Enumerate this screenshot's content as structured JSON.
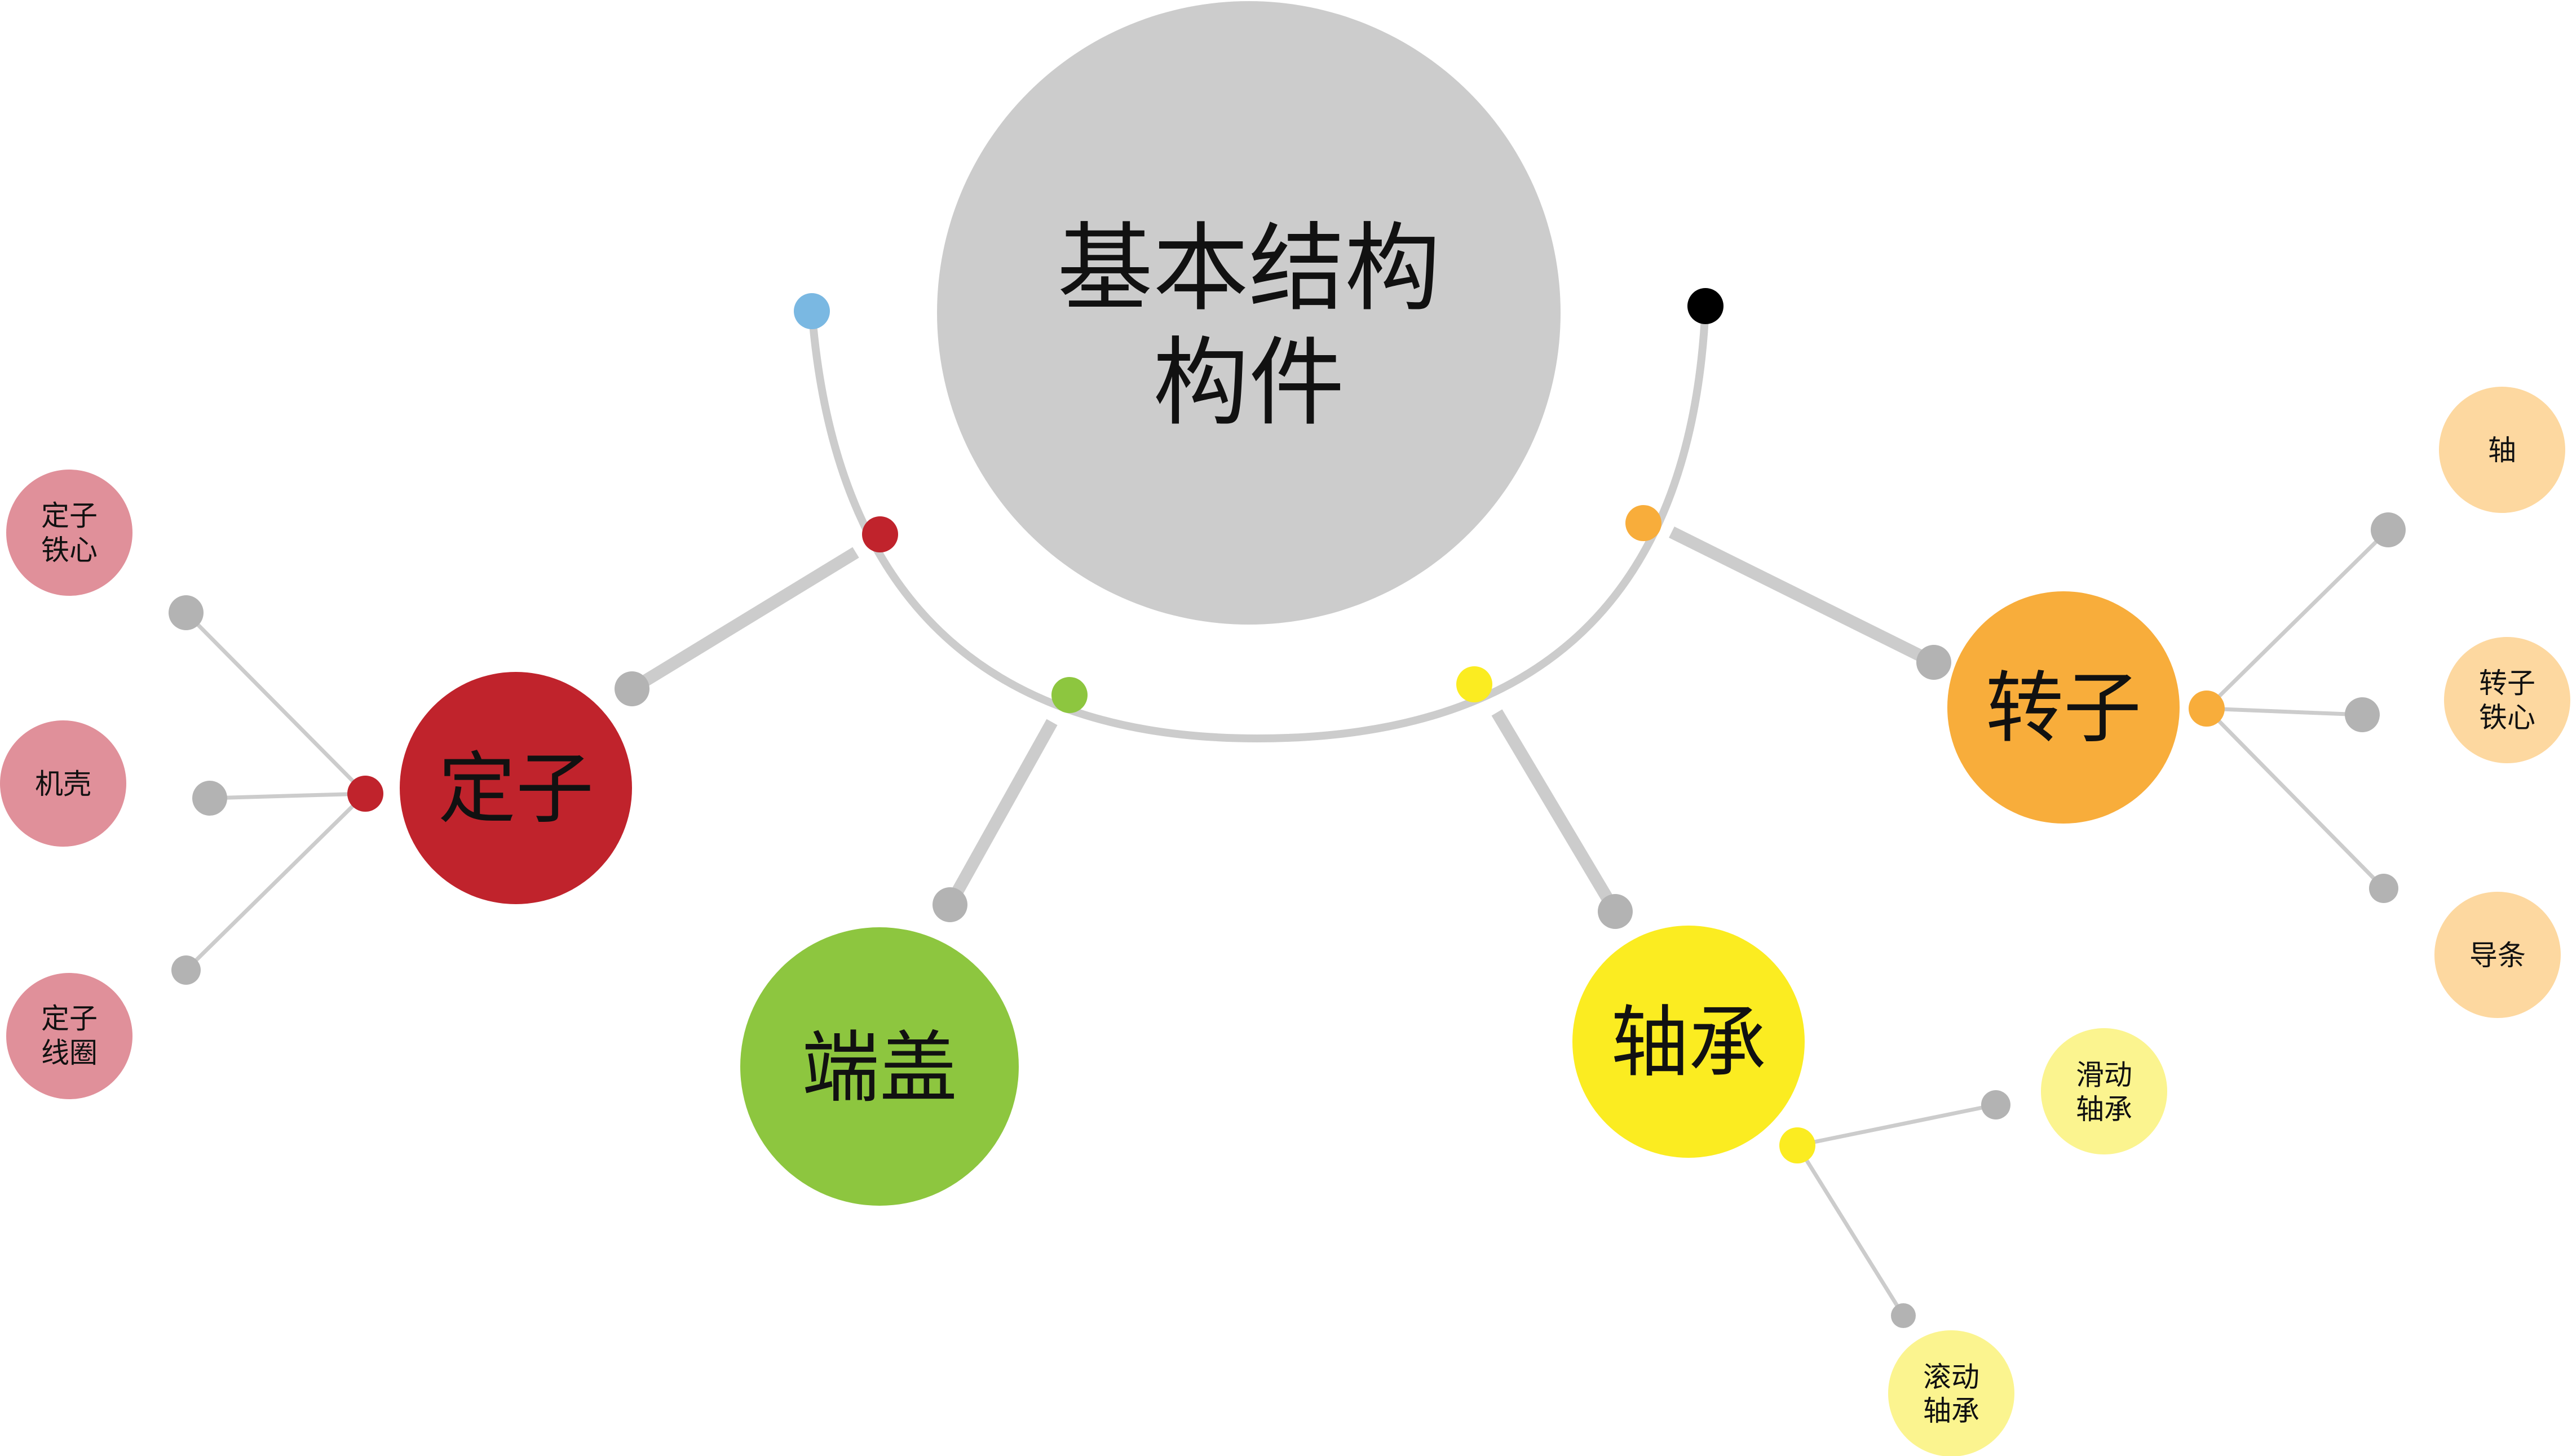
{
  "center": {
    "line1": "基本结构",
    "line2": "构件",
    "fill": "#cccccc"
  },
  "arc": {
    "stroke": "#cccccc",
    "left_end_dot": "#7ab8e2",
    "right_end_dot": "#000000"
  },
  "branches": {
    "stator": {
      "label": "定子",
      "fill": "#c0232c",
      "leaves": [
        {
          "line1": "定子",
          "line2": "铁心"
        },
        {
          "line1": "机壳",
          "line2": ""
        },
        {
          "line1": "定子",
          "line2": "线圈"
        }
      ],
      "leaf_fill": "#e0909a"
    },
    "endcap": {
      "label": "端盖",
      "fill": "#8dc63f"
    },
    "bearing": {
      "label": "轴承",
      "fill": "#fbec21",
      "leaves": [
        {
          "line1": "滑动",
          "line2": "轴承"
        },
        {
          "line1": "滚动",
          "line2": "轴承"
        }
      ],
      "leaf_fill": "#fbf48f"
    },
    "rotor": {
      "label": "转子",
      "fill": "#f8ad3b",
      "leaves": [
        {
          "line1": "轴",
          "line2": ""
        },
        {
          "line1": "转子",
          "line2": "铁心"
        },
        {
          "line1": "导条",
          "line2": ""
        }
      ],
      "leaf_fill": "#fdd8a0"
    }
  },
  "connector_color": "#cccccc",
  "junction_color": "#b3b3b3"
}
